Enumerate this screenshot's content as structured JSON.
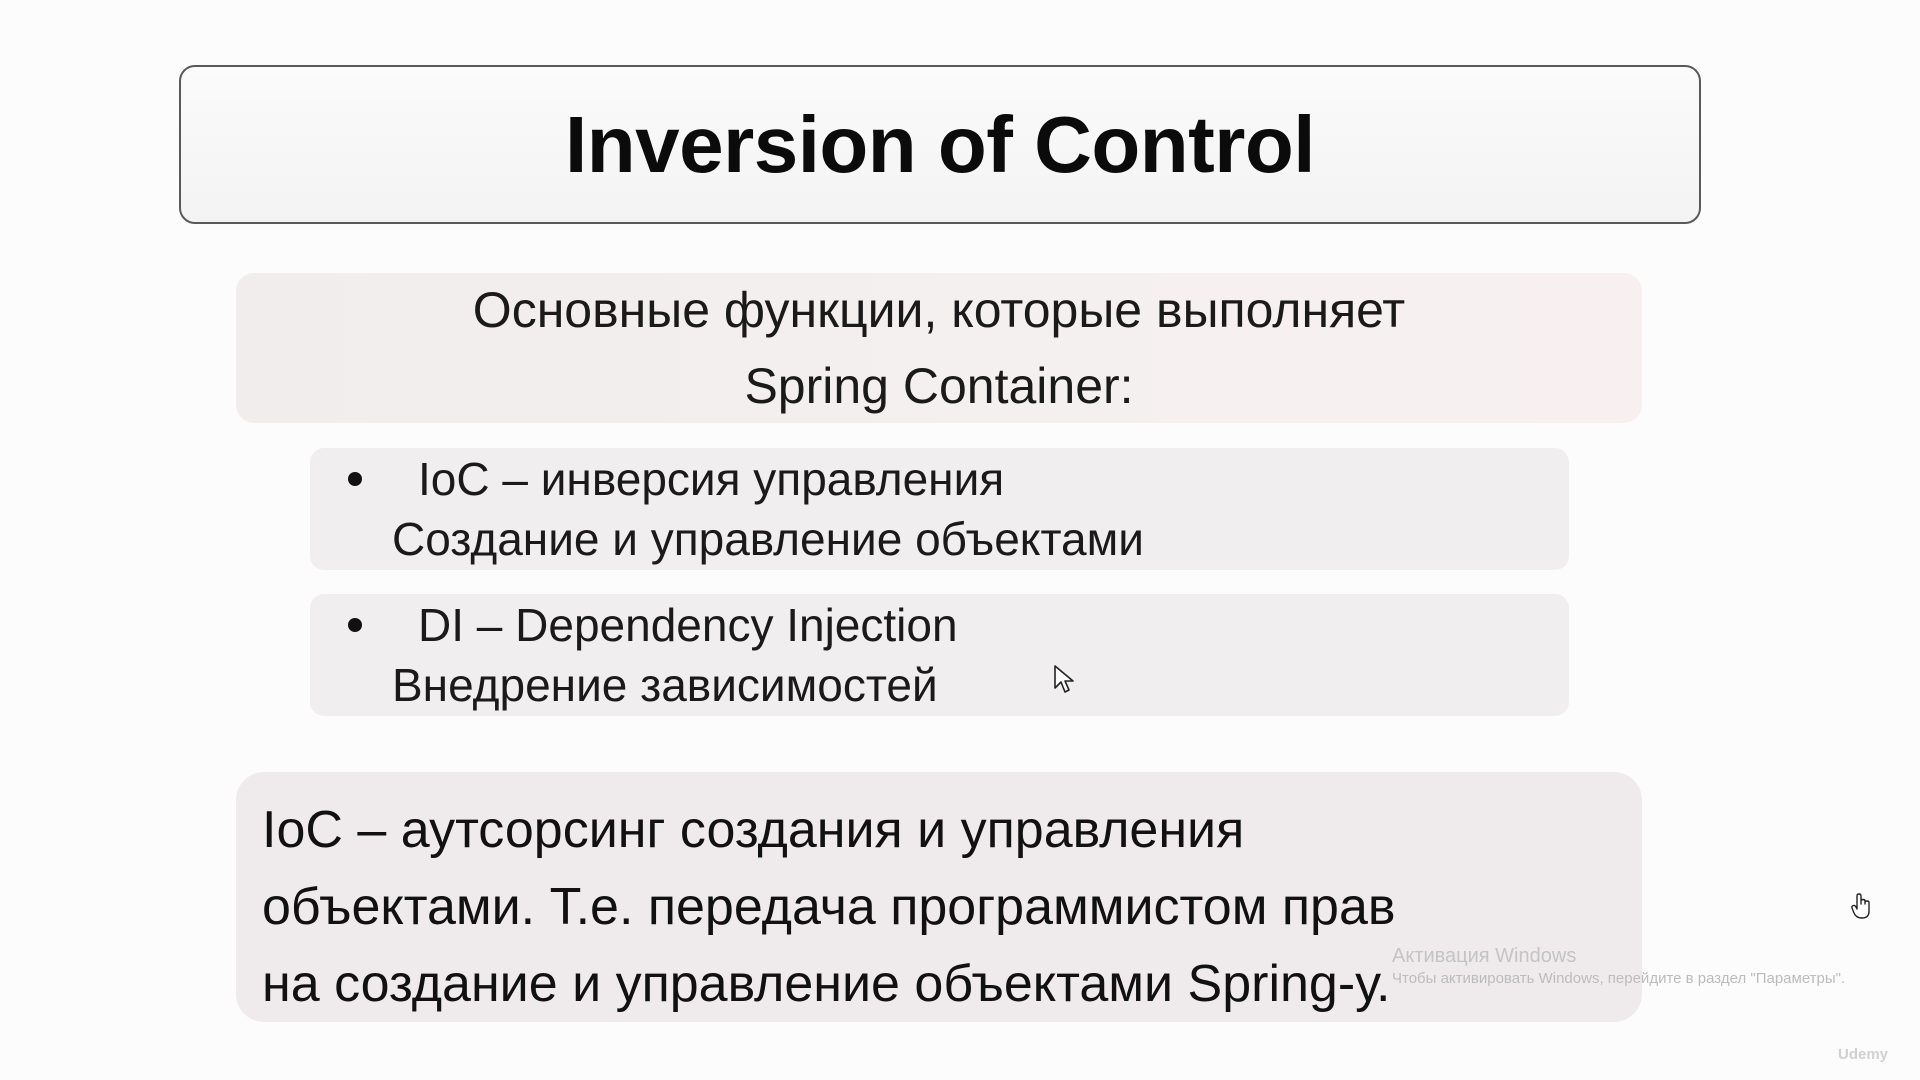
{
  "slide": {
    "title": "Inversion of Control",
    "functions_heading": {
      "line1": "Основные функции, которые выполняет",
      "line2": "Spring Container:"
    },
    "items": [
      {
        "term": "IoC – инверсия управления",
        "description": "Создание и управление объектами"
      },
      {
        "term": "DI – Dependency Injection",
        "description": "Внедрение зависимостей"
      }
    ],
    "summary": {
      "line1": "IoC – аутсорсинг создания и управления",
      "line2": "объектами. Т.е. передача программистом прав",
      "line3": "на создание и управление объектами Spring-у."
    }
  },
  "overlay": {
    "activation_title": "Активация Windows",
    "activation_text": "Чтобы активировать Windows, перейдите в раздел \"Параметры\".",
    "brand": "Udemy"
  },
  "icons": {
    "pointer": "arrow-cursor-icon",
    "hand": "hand-cursor-icon"
  }
}
